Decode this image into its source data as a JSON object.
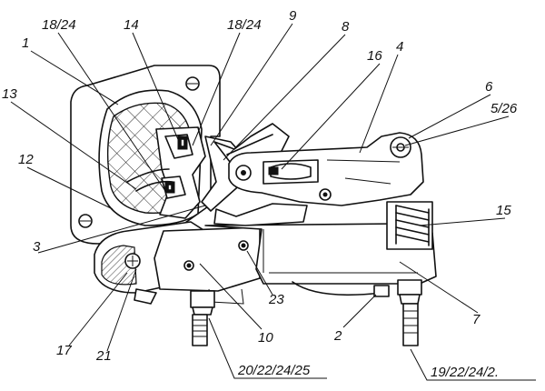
{
  "callouts": [
    {
      "id": "c1",
      "text": "1"
    },
    {
      "id": "c18a",
      "text": "18/24"
    },
    {
      "id": "c14",
      "text": "14"
    },
    {
      "id": "c18b",
      "text": "18/24"
    },
    {
      "id": "c9",
      "text": "9"
    },
    {
      "id": "c8",
      "text": "8"
    },
    {
      "id": "c16",
      "text": "16"
    },
    {
      "id": "c4",
      "text": "4"
    },
    {
      "id": "c6",
      "text": "6"
    },
    {
      "id": "c5",
      "text": "5/26"
    },
    {
      "id": "c13",
      "text": "13"
    },
    {
      "id": "c12",
      "text": "12"
    },
    {
      "id": "c15",
      "text": "15"
    },
    {
      "id": "c3",
      "text": "3"
    },
    {
      "id": "c23",
      "text": "23"
    },
    {
      "id": "c7",
      "text": "7"
    },
    {
      "id": "c2",
      "text": "2"
    },
    {
      "id": "c10",
      "text": "10"
    },
    {
      "id": "c17",
      "text": "17"
    },
    {
      "id": "c21",
      "text": "21"
    },
    {
      "id": "c20",
      "text": "20/22/24/25"
    },
    {
      "id": "c19",
      "text": "19/22/24/2."
    }
  ]
}
